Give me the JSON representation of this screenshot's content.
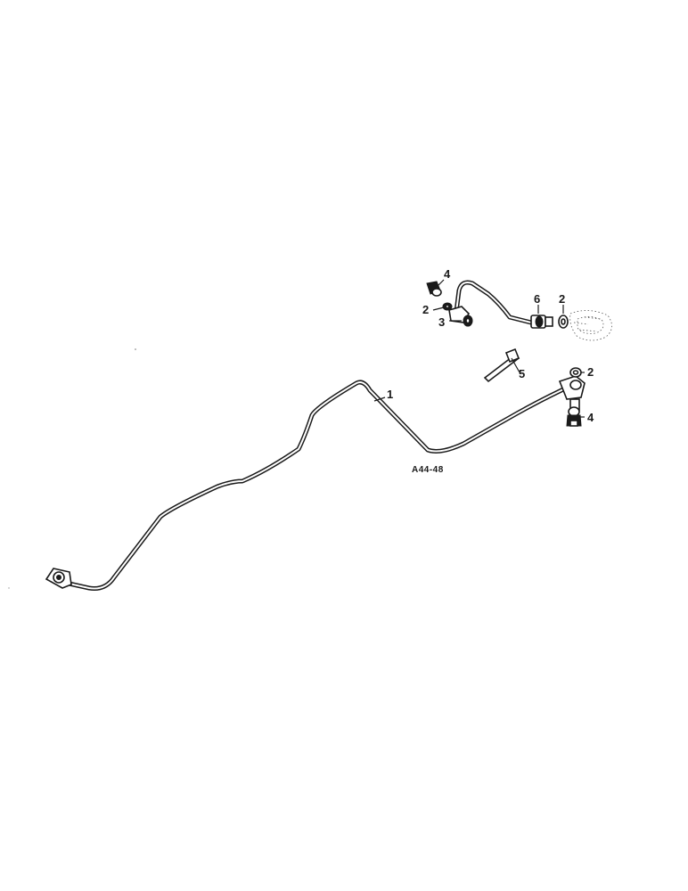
{
  "diagram": {
    "figure_id": "A44-48",
    "callouts": [
      {
        "id": "c1",
        "label": "1"
      },
      {
        "id": "c2a",
        "label": "2"
      },
      {
        "id": "c2b",
        "label": "2"
      },
      {
        "id": "c2c",
        "label": "2"
      },
      {
        "id": "c3",
        "label": "3"
      },
      {
        "id": "c4a",
        "label": "4"
      },
      {
        "id": "c4b",
        "label": "4"
      },
      {
        "id": "c5",
        "label": "5"
      },
      {
        "id": "c6",
        "label": "6"
      }
    ]
  }
}
